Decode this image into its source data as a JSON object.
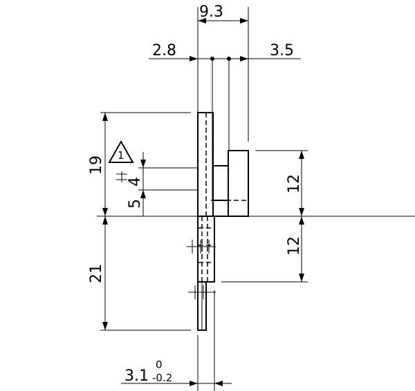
{
  "dimensions": {
    "top_total": "9.3",
    "top_left": "2.8",
    "top_right": "3.5",
    "left_upper": "19",
    "left_small_a": "4",
    "left_small_b": "5",
    "left_lower": "21",
    "right_upper": "12",
    "right_lower": "12",
    "bottom_width": "3.1",
    "bottom_tol_upper": "0",
    "bottom_tol_lower": "-0.2"
  },
  "annotations": {
    "datum_triangle": "1"
  }
}
